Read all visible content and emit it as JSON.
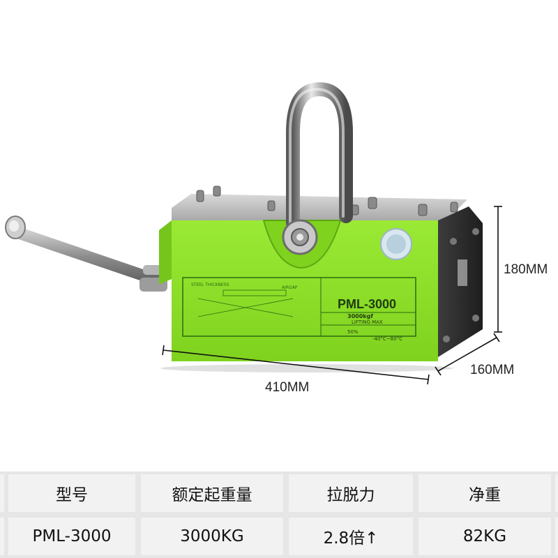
{
  "product": {
    "model_label": "PML-3000",
    "capacity_label": "3000kgf",
    "lifting_label": "LIFTING MAX",
    "steel_thickness_label": "STEEL THICKNESS",
    "airgap_label": "AIRGAP",
    "percent_label": "50%",
    "temperature_label": "-40°C~80°C",
    "body_color": "#8ee12a",
    "body_shadow": "#6dbd17"
  },
  "dimensions": {
    "height": "180MM",
    "depth": "160MM",
    "length": "410MM"
  },
  "spec_table": {
    "headers": [
      "型号",
      "额定起重量",
      "拉脱力",
      "净重"
    ],
    "values": [
      "PML-3000",
      "3000KG",
      "2.8倍↑",
      "82KG"
    ]
  }
}
